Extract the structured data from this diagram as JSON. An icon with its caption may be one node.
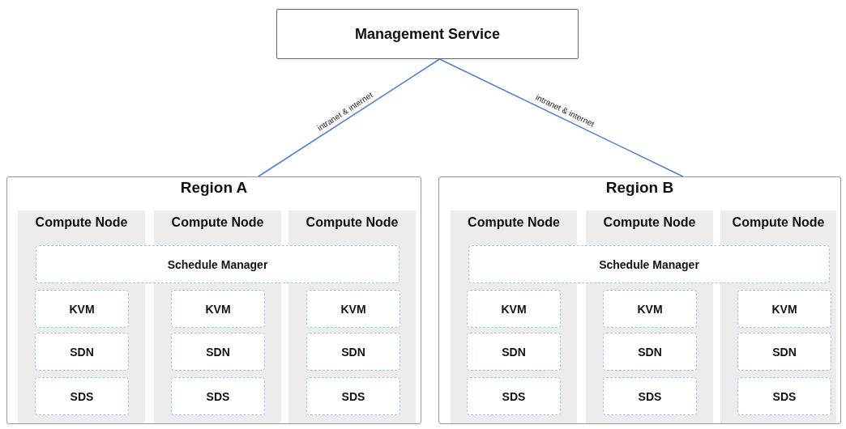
{
  "diagram": {
    "nodes": [
      {
        "text": [
          "Management Service"
        ]
      },
      {
        "text": [
          "Region A"
        ]
      },
      {
        "text": [
          "Compute Node"
        ],
        "in": 1
      },
      {
        "text": [
          "Compute Node"
        ],
        "in": 1
      },
      {
        "text": [
          "Compute Node"
        ],
        "in": 1
      },
      {
        "text": [
          "Schedule Manager"
        ],
        "in": 1
      },
      {
        "text": [
          "KVM"
        ],
        "in": 2
      },
      {
        "text": [
          "SDN"
        ],
        "in": 2
      },
      {
        "text": [
          "SDS"
        ],
        "in": 2
      },
      {
        "text": [
          "KVM"
        ],
        "in": 3
      },
      {
        "text": [
          "SDN"
        ],
        "in": 3
      },
      {
        "text": [
          "SDS"
        ],
        "in": 3
      },
      {
        "text": [
          "KVM"
        ],
        "in": 4
      },
      {
        "text": [
          "SDN"
        ],
        "in": 4
      },
      {
        "text": [
          "SDS"
        ],
        "in": 4
      },
      {
        "text": [
          "Region B"
        ]
      },
      {
        "text": [
          "Compute Node"
        ],
        "in": 15
      },
      {
        "text": [
          "Compute Node"
        ],
        "in": 15
      },
      {
        "text": [
          "Compute Node"
        ],
        "in": 15
      },
      {
        "text": [
          "Schedule Manager"
        ],
        "in": 15
      },
      {
        "text": [
          "KVM"
        ],
        "in": 16
      },
      {
        "text": [
          "SDN"
        ],
        "in": 16
      },
      {
        "text": [
          "SDS"
        ],
        "in": 16
      },
      {
        "text": [
          "KVM"
        ],
        "in": 17
      },
      {
        "text": [
          "SDN"
        ],
        "in": 17
      },
      {
        "text": [
          "SDS"
        ],
        "in": 17
      },
      {
        "text": [
          "KVM"
        ],
        "in": 18
      },
      {
        "text": [
          "SDN"
        ],
        "in": 18
      },
      {
        "text": [
          "SDS"
        ],
        "in": 18
      }
    ],
    "edges": [
      {
        "from": 0,
        "to": 1,
        "arrow": "none",
        "label": "intranet & internet"
      },
      {
        "from": 0,
        "to": 15,
        "arrow": "none",
        "label": "intranet & internet"
      }
    ]
  }
}
